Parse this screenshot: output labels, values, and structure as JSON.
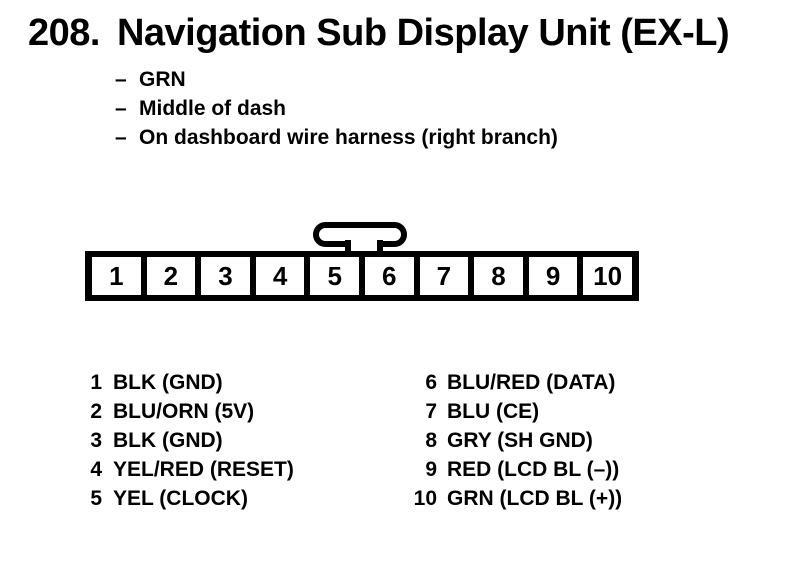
{
  "header": {
    "number": "208.",
    "title": "Navigation Sub Display Unit (EX-L)"
  },
  "details": [
    {
      "bullet": "–",
      "text": "GRN"
    },
    {
      "bullet": "–",
      "text": "Middle of dash"
    },
    {
      "bullet": "–",
      "text": "On dashboard wire harness (right branch)"
    }
  ],
  "connector": {
    "pins": [
      "1",
      "2",
      "3",
      "4",
      "5",
      "6",
      "7",
      "8",
      "9",
      "10"
    ]
  },
  "pinout": {
    "left": [
      {
        "pin": "1",
        "label": "BLK (GND)"
      },
      {
        "pin": "2",
        "label": "BLU/ORN (5V)"
      },
      {
        "pin": "3",
        "label": "BLK (GND)"
      },
      {
        "pin": "4",
        "label": "YEL/RED (RESET)"
      },
      {
        "pin": "5",
        "label": "YEL (CLOCK)"
      }
    ],
    "right": [
      {
        "pin": "6",
        "label": "BLU/RED (DATA)"
      },
      {
        "pin": "7",
        "label": "BLU (CE)"
      },
      {
        "pin": "8",
        "label": "GRY (SH GND)"
      },
      {
        "pin": "9",
        "label": "RED (LCD BL (–))"
      },
      {
        "pin": "10",
        "label": "GRN (LCD BL (+))"
      }
    ]
  },
  "colors": {
    "ink": "#000000",
    "paper": "#ffffff"
  }
}
